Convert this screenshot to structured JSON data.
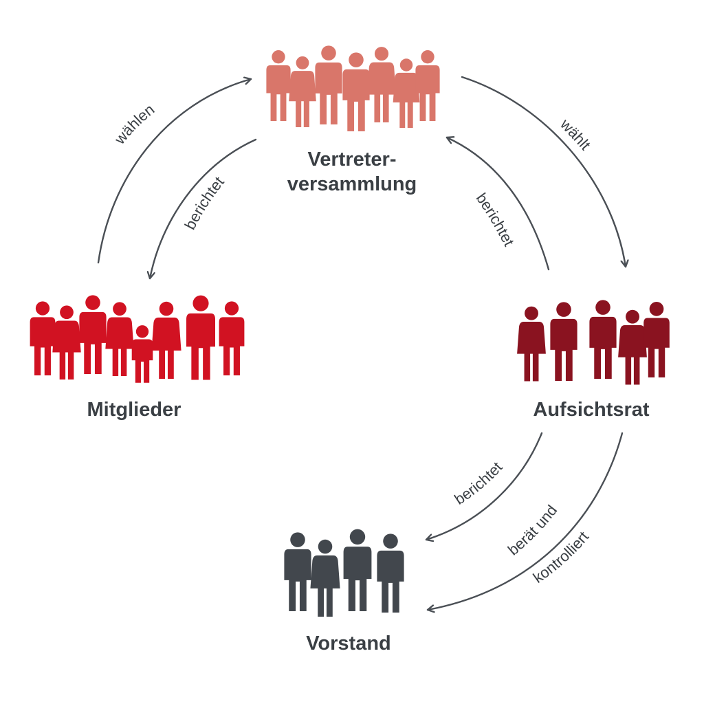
{
  "nodes": {
    "vertreter": {
      "label_line1": "Vertreter-",
      "label_line2": "versammlung",
      "color": "#d9766a"
    },
    "mitglieder": {
      "label": "Mitglieder",
      "color": "#d11222"
    },
    "aufsichtsrat": {
      "label": "Aufsichtsrat",
      "color": "#8a1320"
    },
    "vorstand": {
      "label": "Vorstand",
      "color": "#42474d"
    }
  },
  "edges": {
    "mitglieder_to_vertreter": "wählen",
    "vertreter_to_mitglieder": "berichtet",
    "vertreter_to_aufsichtsrat": "wählt",
    "aufsichtsrat_to_vertreter": "berichtet",
    "vorstand_to_aufsichtsrat": "berichtet",
    "aufsichtsrat_to_vorstand_line1": "berät und",
    "aufsichtsrat_to_vorstand_line2": "kontrolliert"
  },
  "colors": {
    "arrow": "#4a4f55",
    "text": "#3a3f44"
  }
}
